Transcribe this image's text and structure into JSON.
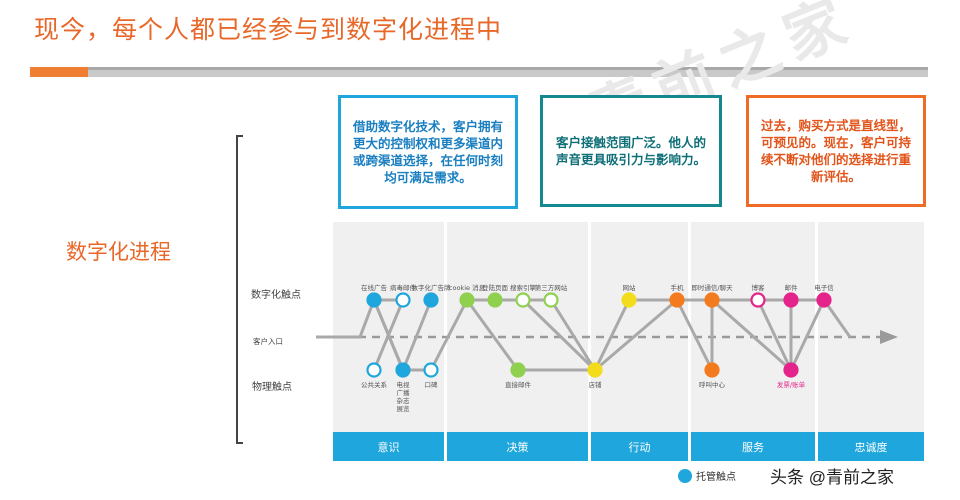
{
  "title": "现今，每个人都已经参与到数字化进程中",
  "watermark": "青前之家",
  "boxes": [
    {
      "text": "借助数字化技术，客户拥有更大的控制权和更多渠道内或跨渠道选择，在任何时刻均可满足需求。",
      "color": "#1fa6dc"
    },
    {
      "text": "客户接触范围广泛。他人的声音更具吸引力与影响力。",
      "color": "#13888f"
    },
    {
      "text": "过去，购买方式是直线型，可预见的。现在，客户可持续不断对他们的选择进行重新评估。",
      "color": "#ef6c27"
    }
  ],
  "side_title": "数字化进程",
  "rows": {
    "digital": "数字化触点",
    "entry": "客户入口",
    "physical": "物理触点"
  },
  "stages": [
    "意识",
    "决策",
    "行动",
    "服务",
    "忠诚度"
  ],
  "touchpoints": {
    "digital": [
      {
        "label": "在线广告",
        "color": "#1fa6dc",
        "filled": true
      },
      {
        "label": "病毒邮件",
        "color": "#1fa6dc",
        "filled": false
      },
      {
        "label": "数字化广告牌",
        "color": "#1fa6dc",
        "filled": true
      },
      {
        "label": "cookie 消息",
        "color": "#8fd14f",
        "filled": true
      },
      {
        "label": "登陆页面",
        "color": "#8fd14f",
        "filled": true
      },
      {
        "label": "搜索引擎",
        "color": "#8fd14f",
        "filled": false
      },
      {
        "label": "第三方网站",
        "color": "#8fd14f",
        "filled": false
      },
      {
        "label": "网站",
        "color": "#f2dc1c",
        "filled": true
      },
      {
        "label": "手机",
        "color": "#f47a1f",
        "filled": true
      },
      {
        "label": "即时通信/聊天",
        "color": "#f47a1f",
        "filled": true
      },
      {
        "label": "博客",
        "color": "#e4238b",
        "filled": false
      },
      {
        "label": "邮件",
        "color": "#e4238b",
        "filled": true
      },
      {
        "label": "电子信",
        "color": "#e4238b",
        "filled": true
      }
    ],
    "physical": [
      {
        "label": "公共关系",
        "color": "#1fa6dc",
        "filled": false
      },
      {
        "label": "电视 广播 杂志 展览",
        "color": "#1fa6dc",
        "filled": true
      },
      {
        "label": "口碑",
        "color": "#1fa6dc",
        "filled": false
      },
      {
        "label": "直接邮件",
        "color": "#8fd14f",
        "filled": true
      },
      {
        "label": "店铺",
        "color": "#f2dc1c",
        "filled": true
      },
      {
        "label": "呼叫中心",
        "color": "#f47a1f",
        "filled": true
      },
      {
        "label": "发票/账单",
        "color": "#e4238b",
        "filled": true
      }
    ]
  },
  "legend": "托管触点",
  "brand": "头条 @青前之家"
}
